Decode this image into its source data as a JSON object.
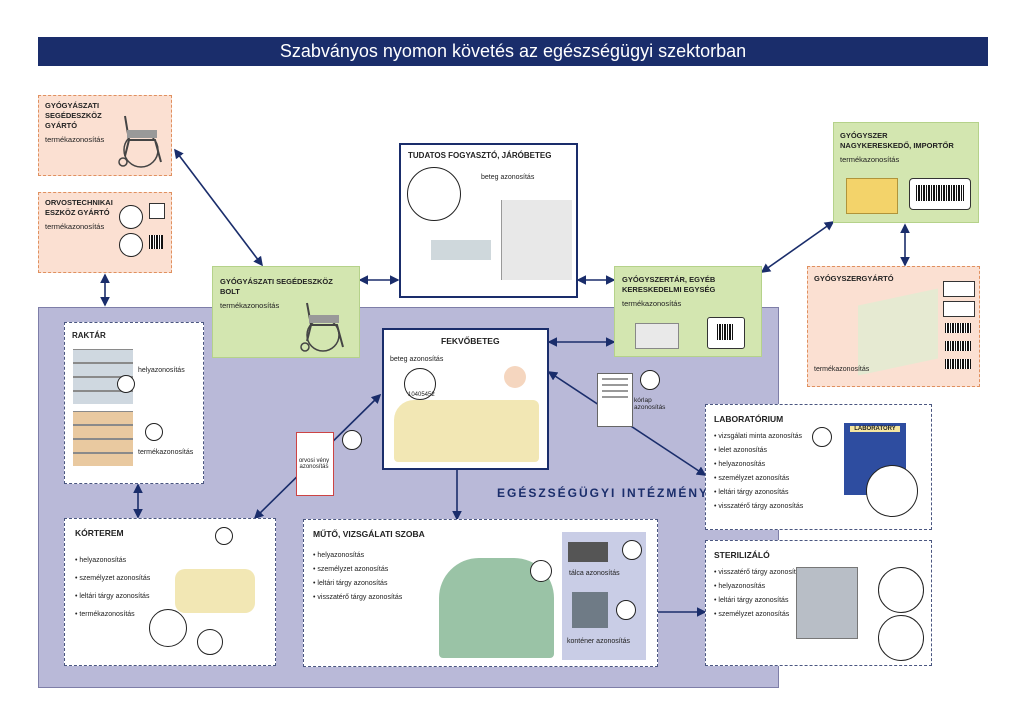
{
  "title": "Szabványos nyomon követés az egészségügyi szektorban",
  "institution_label": "EGÉSZSÉGÜGYI INTÉZMÉNY",
  "boxes": {
    "gyse_gyarto": {
      "title": "GYÓGYÁSZATI SEGÉDESZKÖZ GYÁRTÓ",
      "sub": "termékazonosítás"
    },
    "orvostech": {
      "title": "ORVOSTECHNIKAI ESZKÖZ GYÁRTÓ",
      "sub": "termékazonosítás"
    },
    "gyse_bolt": {
      "title": "GYÓGYÁSZATI SEGÉDESZKÖZ BOLT",
      "sub": "termékazonosítás"
    },
    "tudatos": {
      "title": "TUDATOS FOGYASZTÓ, JÁRÓBETEG",
      "sub": "beteg azonosítás"
    },
    "nagyker": {
      "title": "GYÓGYSZER NAGYKERESKEDŐ, IMPORTŐR",
      "sub": "termékazonosítás"
    },
    "gyogyszertar": {
      "title": "GYÓGYSZERTÁR, EGYÉB KERESKEDELMI EGYSÉG",
      "sub": "termékazonosítás"
    },
    "gyogyszergyarto": {
      "title": "GYÓGYSZERGYÁRTÓ",
      "sub": "termékazonosítás"
    },
    "raktar": {
      "title": "RAKTÁR",
      "sub1": "helyazonosítás",
      "sub2": "termékazonosítás"
    },
    "fekvobeteg": {
      "title": "FEKVŐBETEG",
      "sub": "beteg azonosítás",
      "barcode_number": "10405452"
    },
    "korlap": {
      "label": "kórlap azonosítás"
    },
    "recept": {
      "label": "orvosi vény azonosítás"
    },
    "laboratorium": {
      "title": "LABORATÓRIUM",
      "sign": "LABORATORY",
      "items": [
        "vizsgálati minta azonosítás",
        "lelet azonosítás",
        "helyazonosítás",
        "személyzet azonosítás",
        "leltári tárgy azonosítás",
        "visszatérő tárgy azonosítás"
      ]
    },
    "korterem": {
      "title": "KÓRTEREM",
      "items": [
        "helyazonosítás",
        "személyzet azonosítás",
        "leltári tárgy azonosítás",
        "termékazonosítás"
      ]
    },
    "muto": {
      "title": "MŰTŐ, VIZSGÁLATI SZOBA",
      "items": [
        "helyazonosítás",
        "személyzet azonosítás",
        "leltári tárgy azonosítás",
        "visszatérő tárgy azonosítás"
      ],
      "talca": "tálca azonosítás",
      "kontener": "konténer azonosítás"
    },
    "sterilizalo": {
      "title": "STERILIZÁLÓ",
      "items": [
        "visszatérő tárgy azonosítás",
        "helyazonosítás",
        "leltári tárgy azonosítás",
        "személyzet azonosítás"
      ]
    }
  },
  "colors": {
    "navy": "#1a2d6b",
    "pink_bg": "#fbe0d2",
    "green_bg": "#d3e6b0",
    "institution_bg": "#b9b9d8"
  }
}
